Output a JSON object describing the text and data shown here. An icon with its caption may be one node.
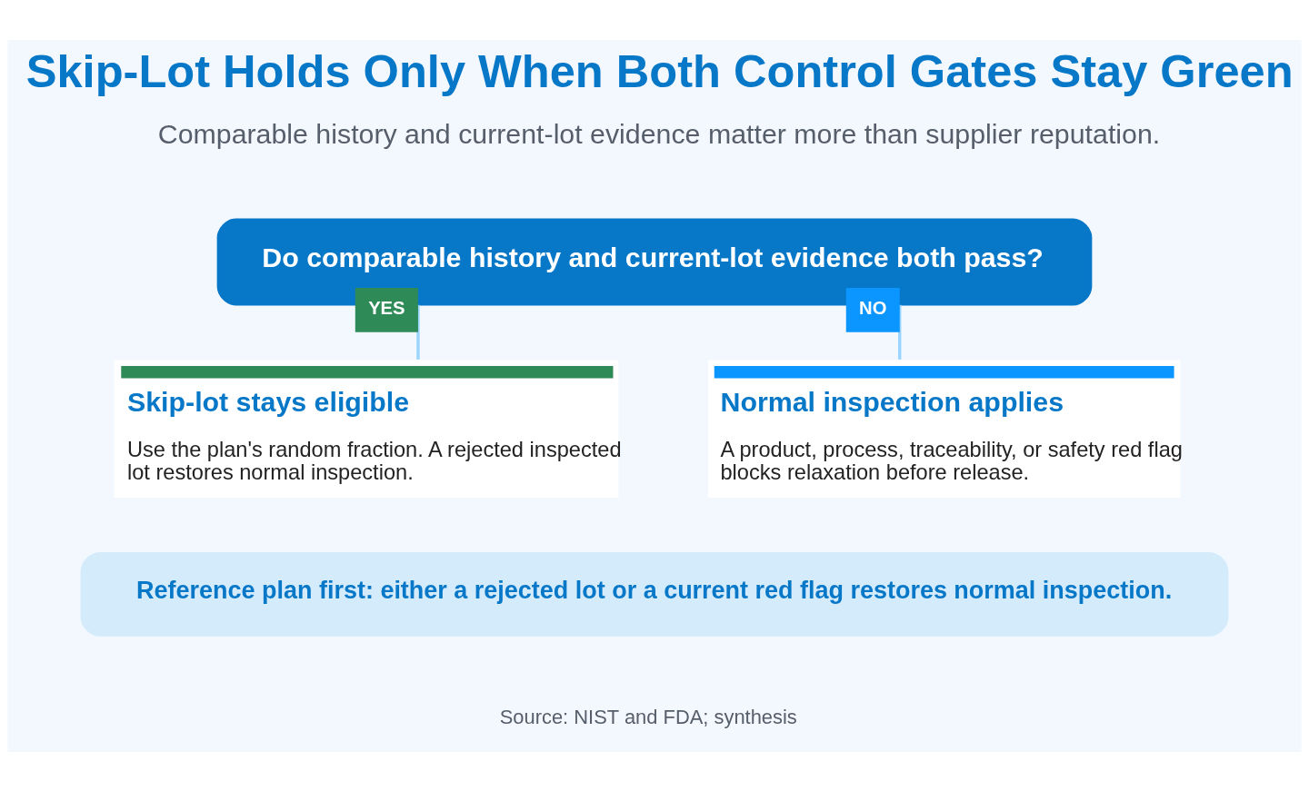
{
  "diagram": {
    "title": "Skip-Lot Holds Only When Both Control Gates Stay Green",
    "nodes": [
      {
        "text": [
          "Do comparable history and current-lot evidence both pass?"
        ]
      },
      {
        "text": [
          "Skip-lot stays eligible",
          "Use the plan's random fraction. A rejected inspected lot restores normal inspection."
        ]
      },
      {
        "text": [
          "Normal inspection applies",
          "A product, process, traceability, or safety red flag blocks relaxation before release."
        ]
      },
      {
        "text": [
          "Reference plan first: either a rejected lot or a current red flag restores normal inspection."
        ]
      }
    ],
    "edges": [
      {
        "from": 0,
        "to": 1,
        "arrow": "none",
        "label": "YES"
      },
      {
        "from": 0,
        "to": 2,
        "arrow": "none",
        "label": "NO"
      }
    ],
    "labels": [
      "Comparable history and current-lot evidence matter more than supplier reputation.",
      "Source: NIST and FDA; synthesis"
    ]
  }
}
